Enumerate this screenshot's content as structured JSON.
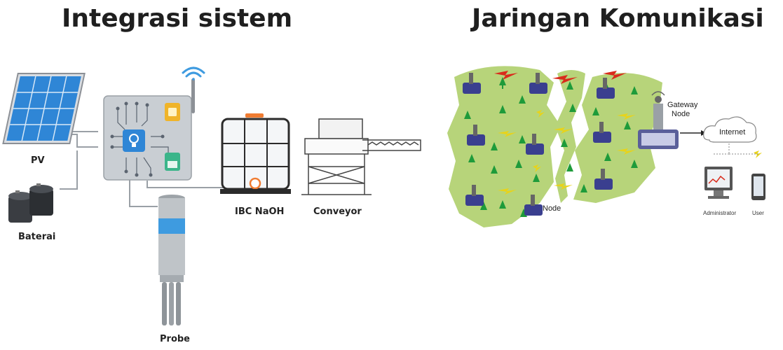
{
  "titles": {
    "left": "Integrasi sistem",
    "right": "Jaringan Komunikasi"
  },
  "system": {
    "pv": "PV",
    "battery": "Baterai",
    "probe": "Probe",
    "ibc": "IBC NaOH",
    "conveyor": "Conveyor"
  },
  "network": {
    "gateway_line1": "Gateway",
    "gateway_line2": "Node",
    "node": "Node",
    "internet": "Internet",
    "administrator": "Administrator",
    "user": "User"
  },
  "colors": {
    "solar_panel": "#2f86d6",
    "controller": "#c9ced3",
    "sim_card": "#f0b429",
    "probe_band": "#3e9be0",
    "ibc_cap": "#f07c32",
    "ground": "#b7d47a",
    "tree": "#1e9b3a",
    "signal_red": "#d92b1c",
    "signal_yellow": "#e8d31a",
    "node": "#3a3f8f"
  },
  "icons": [
    "wifi-icon",
    "sim-card-icon",
    "memory-card-icon",
    "lightbulb-icon",
    "cloud-icon",
    "monitor-icon",
    "phone-icon",
    "tower-icon",
    "tree-icon",
    "lightning-icon"
  ]
}
